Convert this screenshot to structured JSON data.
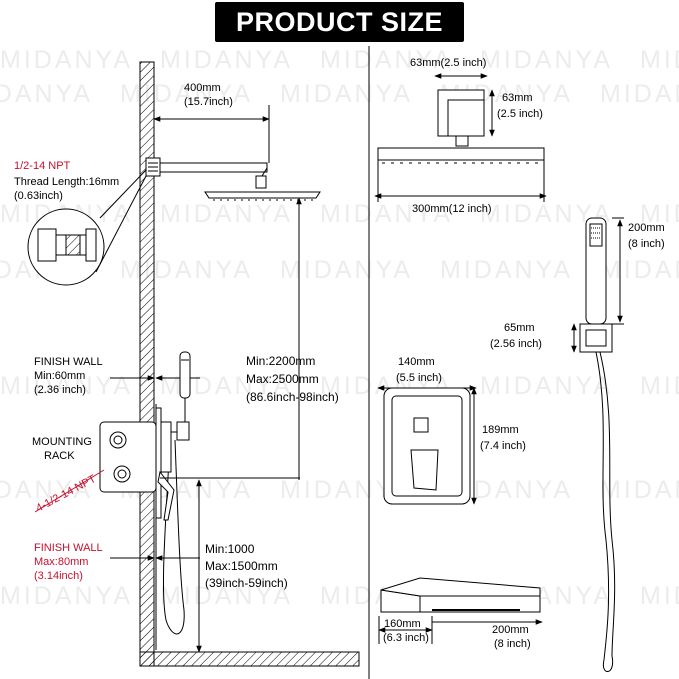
{
  "title": "PRODUCT SIZE",
  "watermark": "MIDANYA",
  "colors": {
    "accent": "#c8102e",
    "line": "#000000",
    "watermark": "#ececec",
    "banner": "#000000"
  },
  "left": {
    "arm_length": {
      "mm": "400mm",
      "inch": "(15.7inch)"
    },
    "npt_top": {
      "title": "1/2-14 NPT",
      "thread": "Thread Length:16mm",
      "inch": "(0.63inch)"
    },
    "finish_wall": {
      "title": "FINISH WALL",
      "min": "Min:60mm",
      "inch": "(2.36 inch)"
    },
    "mounting_rack": {
      "line1": "MOUNTING",
      "line2": "RACK"
    },
    "npt_bottom": "4-1/2-14 NPT",
    "finish_wall_max": {
      "title": "FINISH WALL",
      "max": "Max:80mm",
      "inch": "(3.14inch)"
    },
    "head_height": {
      "min": "Min:2200mm",
      "max": "Max:2500mm",
      "inch": "(86.6inch-98inch)"
    },
    "valve_height": {
      "min": "Min:1000",
      "max": "Max:1500mm",
      "inch": "(39inch-59inch)"
    }
  },
  "right": {
    "arm_base": {
      "width_mm": "63mm(2.5 inch)",
      "height_mm": "63mm",
      "height_inch": "(2.5 inch)"
    },
    "shower_head": {
      "mm": "300mm(12 inch)"
    },
    "hand_shower": {
      "mm": "200mm",
      "inch": "(8 inch)"
    },
    "holder": {
      "mm": "65mm",
      "inch": "(2.56 inch)"
    },
    "trim_plate": {
      "width_mm": "140mm",
      "width_inch": "(5.5 inch)",
      "height_mm": "189mm",
      "height_inch": "(7.4 inch)"
    },
    "spout": {
      "depth_mm": "160mm",
      "depth_inch": "(6.3 inch)",
      "width_mm": "200mm",
      "width_inch": "(8 inch)"
    }
  }
}
